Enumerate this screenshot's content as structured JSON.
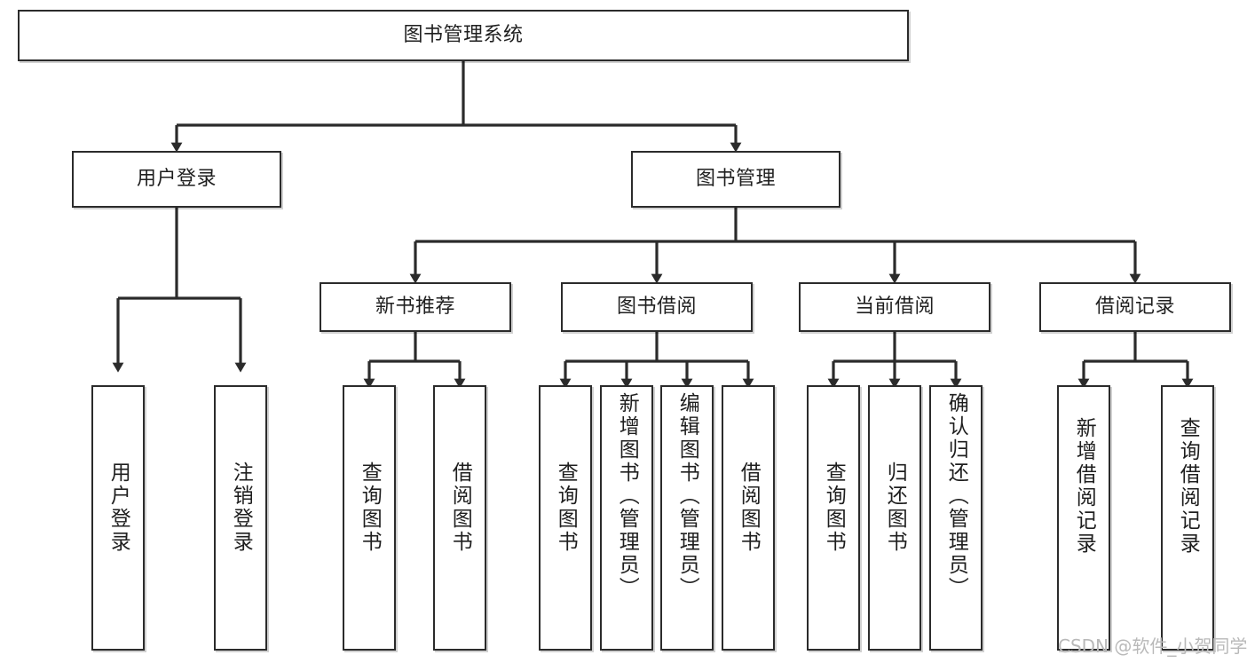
{
  "diagram": {
    "title": "图书管理系统",
    "type": "hierarchy-tree",
    "root": {
      "label": "图书管理系统"
    },
    "branches": [
      {
        "id": "user-login",
        "label": "用户登录"
      },
      {
        "id": "book-management",
        "label": "图书管理"
      }
    ],
    "sub_branches": [
      {
        "id": "new-book-recommend",
        "label": "新书推荐"
      },
      {
        "id": "book-borrow",
        "label": "图书借阅"
      },
      {
        "id": "current-borrow",
        "label": "当前借阅"
      },
      {
        "id": "borrow-record",
        "label": "借阅记录"
      }
    ],
    "leaves": {
      "user_login": [
        {
          "id": "leaf-user-login",
          "label": "用户登录"
        },
        {
          "id": "leaf-logout-login",
          "label": "注销登录"
        }
      ],
      "new_book_recommend": [
        {
          "id": "leaf-query-book-1",
          "label": "查询图书"
        },
        {
          "id": "leaf-borrow-book-1",
          "label": "借阅图书"
        }
      ],
      "book_borrow": [
        {
          "id": "leaf-query-book-2",
          "label": "查询图书"
        },
        {
          "id": "leaf-add-book",
          "label": "新增图书（管理员）"
        },
        {
          "id": "leaf-edit-book",
          "label": "编辑图书（管理员）"
        },
        {
          "id": "leaf-borrow-book-2",
          "label": "借阅图书"
        }
      ],
      "current_borrow": [
        {
          "id": "leaf-query-book-3",
          "label": "查询图书"
        },
        {
          "id": "leaf-return-book",
          "label": "归还图书"
        },
        {
          "id": "leaf-confirm-return",
          "label": "确认归还（管理员）"
        }
      ],
      "borrow_record": [
        {
          "id": "leaf-add-borrow-record",
          "label": "新增借阅记录"
        },
        {
          "id": "leaf-query-borrow-record",
          "label": "查询借阅记录"
        }
      ]
    }
  },
  "watermark": {
    "text": "CSDN @软件_小贺同学"
  },
  "colors": {
    "stroke": "#2b2b2b",
    "fill": "#ffffff",
    "text": "#1f1f1f",
    "watermark": "#b9b9b9"
  }
}
